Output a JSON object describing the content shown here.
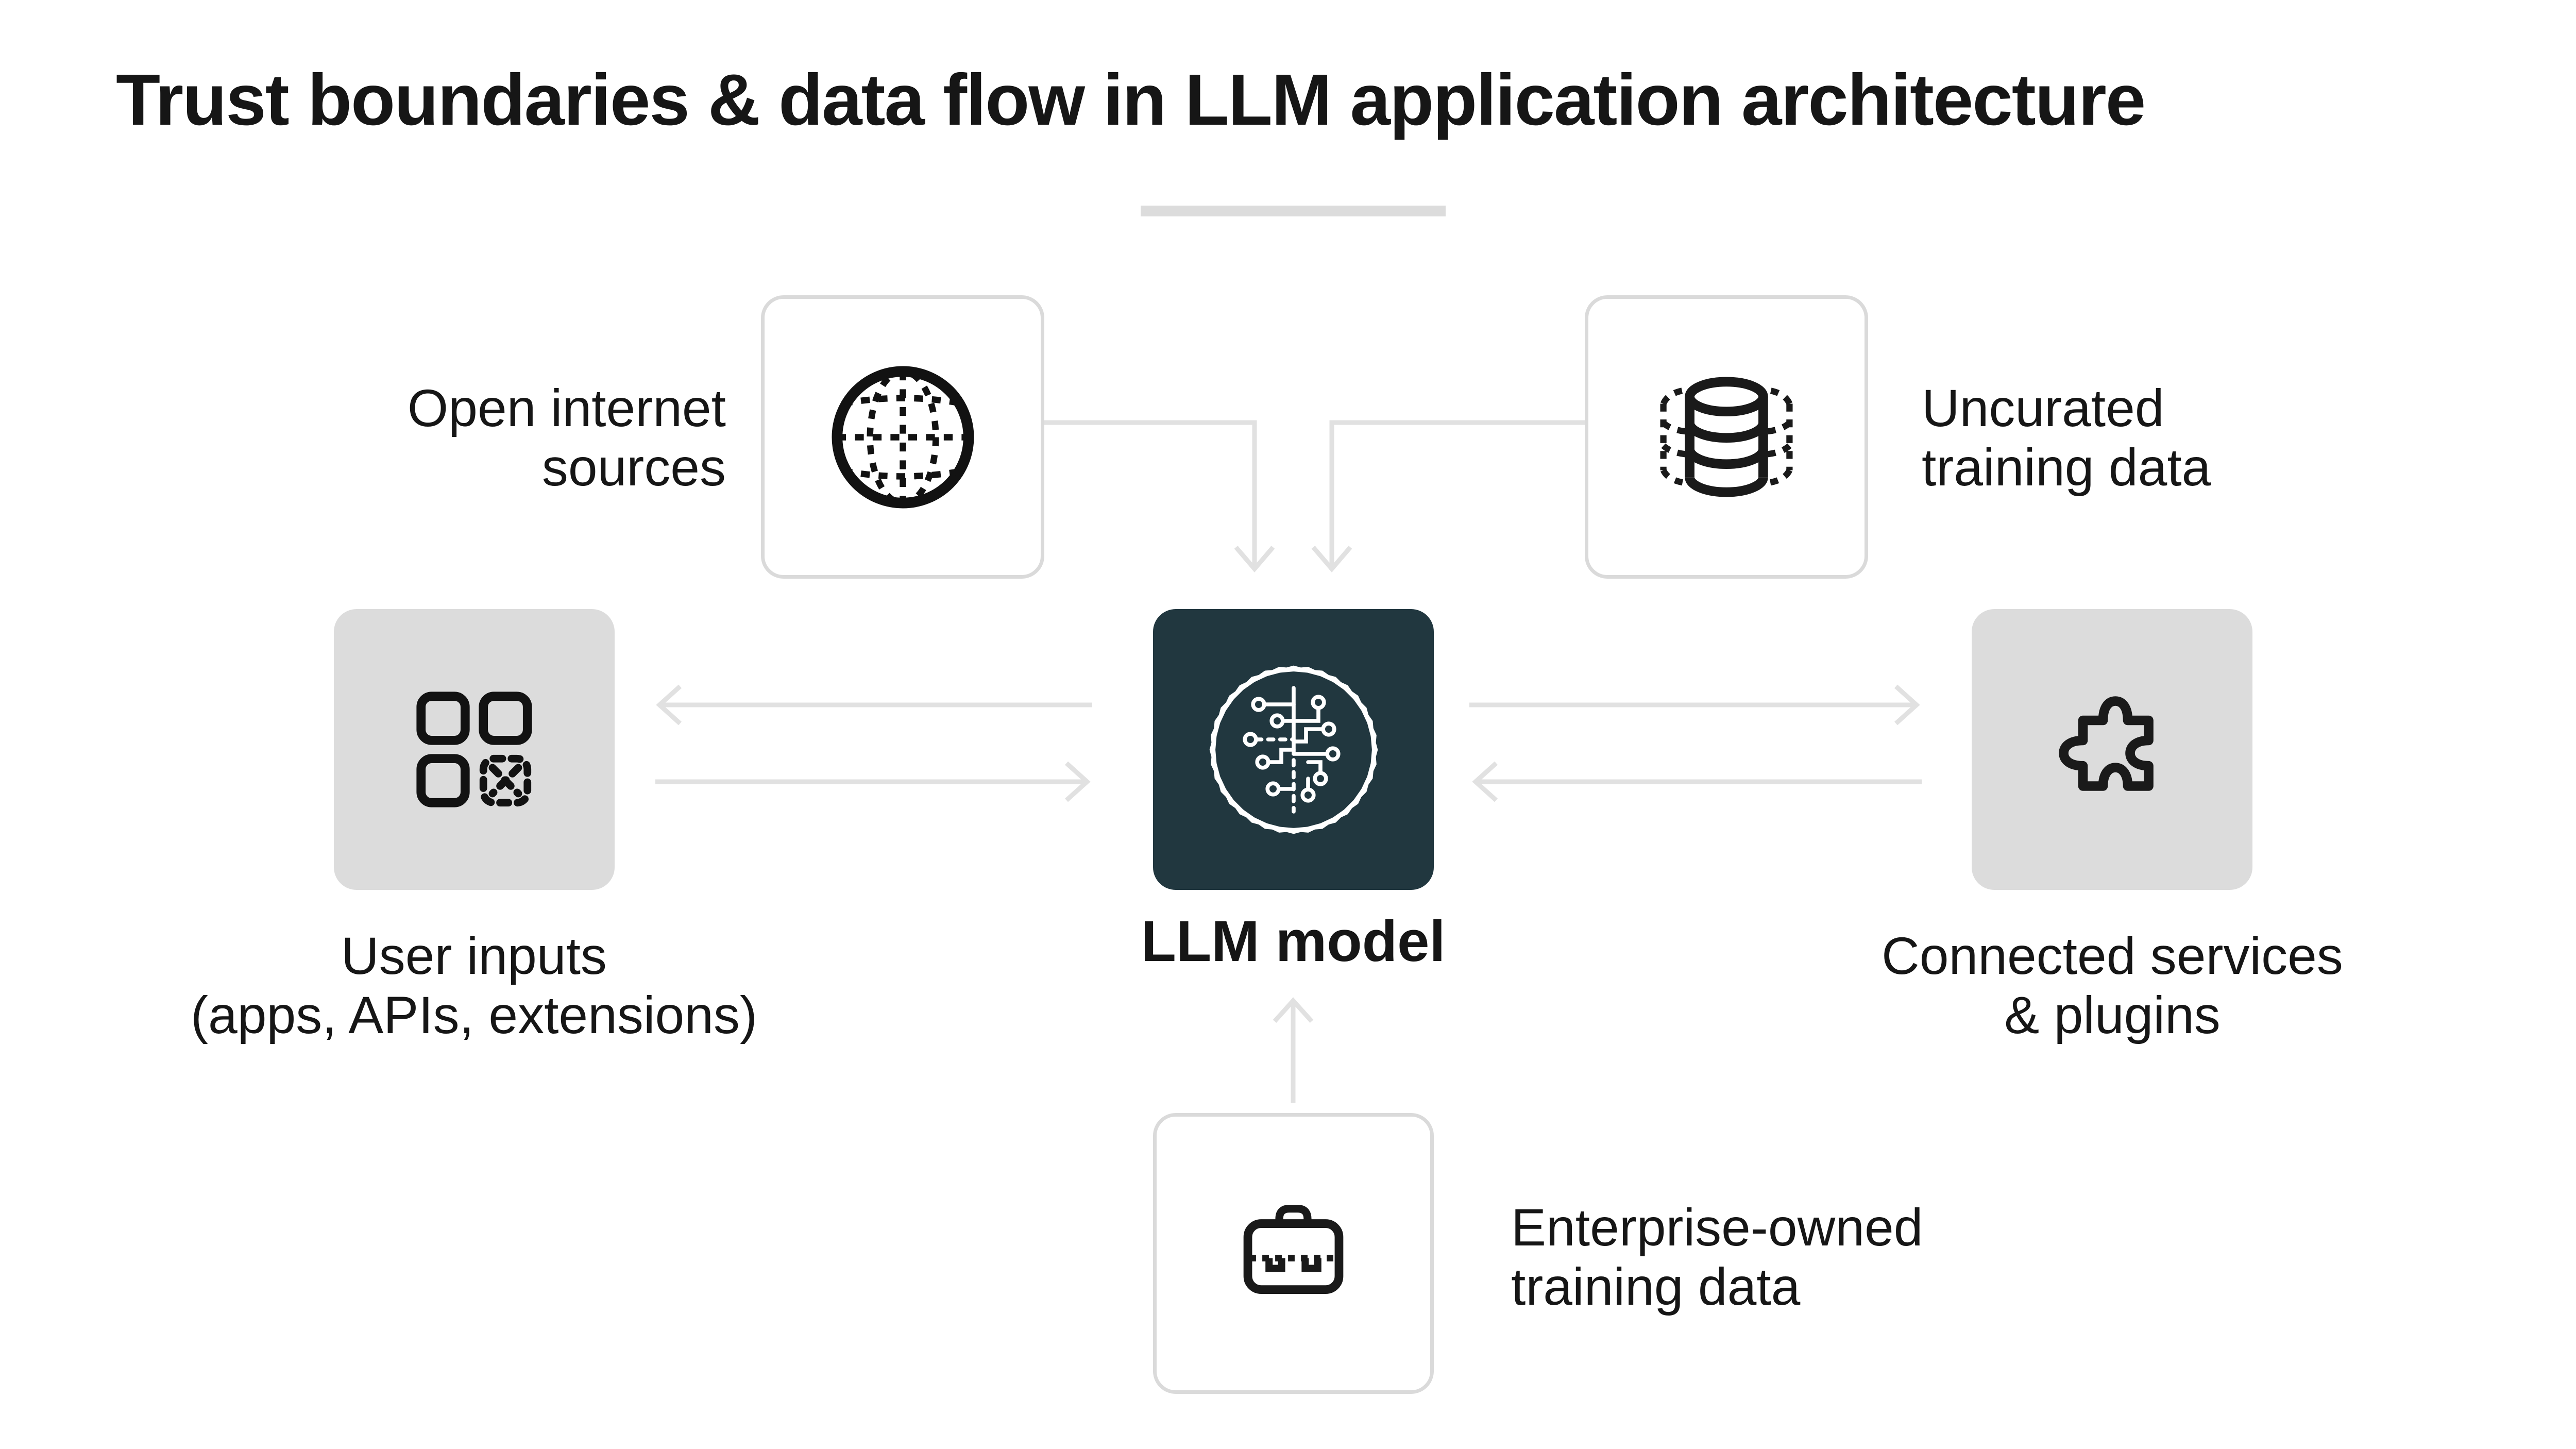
{
  "title": "Trust boundaries & data flow in LLM application architecture",
  "colors": {
    "background": "#ffffff",
    "text": "#161616",
    "llm_box_fill": "#21373f",
    "gray_box_fill": "#dcdcdc",
    "white_box_border": "#dadada",
    "arrow": "#e1e1e1",
    "divider": "#dcdcdc",
    "icon_stroke_dark": "#1a1a1a",
    "icon_stroke_light": "#ffffff"
  },
  "nodes": {
    "open_internet": {
      "label": "Open internet\nsources",
      "icon": "globe-icon"
    },
    "uncurated": {
      "label": "Uncurated\ntraining data",
      "icon": "database-icon"
    },
    "user_inputs": {
      "label": "User inputs\n(apps, APIs, extensions)",
      "icon": "app-grid-icon"
    },
    "llm": {
      "label": "LLM model",
      "icon": "circuit-brain-icon"
    },
    "services": {
      "label": "Connected services\n& plugins",
      "icon": "puzzle-icon"
    },
    "enterprise": {
      "label": "Enterprise-owned\ntraining data",
      "icon": "briefcase-icon"
    }
  },
  "connections": [
    {
      "from": "open_internet",
      "to": "llm",
      "style": "elbow-down-arrow"
    },
    {
      "from": "uncurated",
      "to": "llm",
      "style": "elbow-down-arrow"
    },
    {
      "from": "llm",
      "to": "user_inputs",
      "style": "straight-left-arrow"
    },
    {
      "from": "user_inputs",
      "to": "llm",
      "style": "straight-right-arrow"
    },
    {
      "from": "llm",
      "to": "services",
      "style": "straight-right-arrow"
    },
    {
      "from": "services",
      "to": "llm",
      "style": "straight-left-arrow"
    },
    {
      "from": "enterprise",
      "to": "llm",
      "style": "straight-up-arrow"
    }
  ]
}
